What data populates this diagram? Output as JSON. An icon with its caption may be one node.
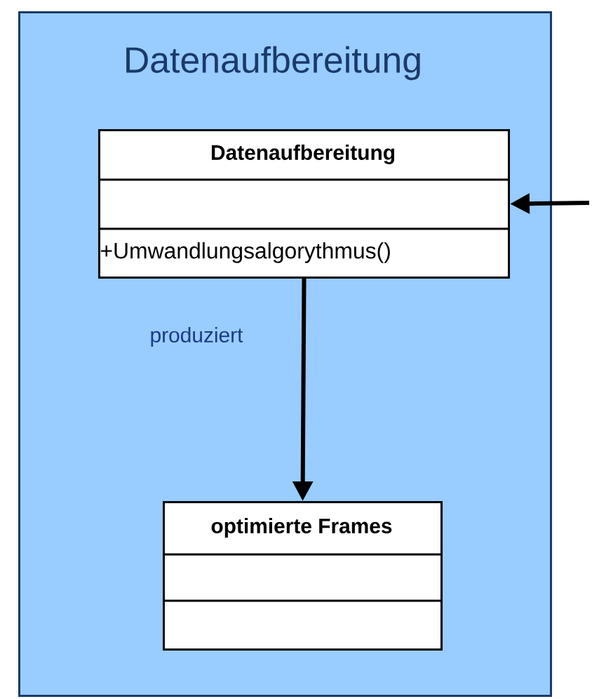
{
  "diagram": {
    "nodes": [
      {
        "text": [
          "Datenaufbereitung"
        ]
      },
      {
        "text": [
          "Datenaufbereitung",
          "+Umwandlungsalgorythmus()"
        ],
        "in": 0
      },
      {
        "text": [
          "optimierte Frames"
        ],
        "in": 0
      }
    ],
    "edges": [
      {
        "from": null,
        "to": 1,
        "arrow": "to"
      },
      {
        "from": 1,
        "to": 2,
        "arrow": "to",
        "label": "produziert"
      }
    ]
  }
}
